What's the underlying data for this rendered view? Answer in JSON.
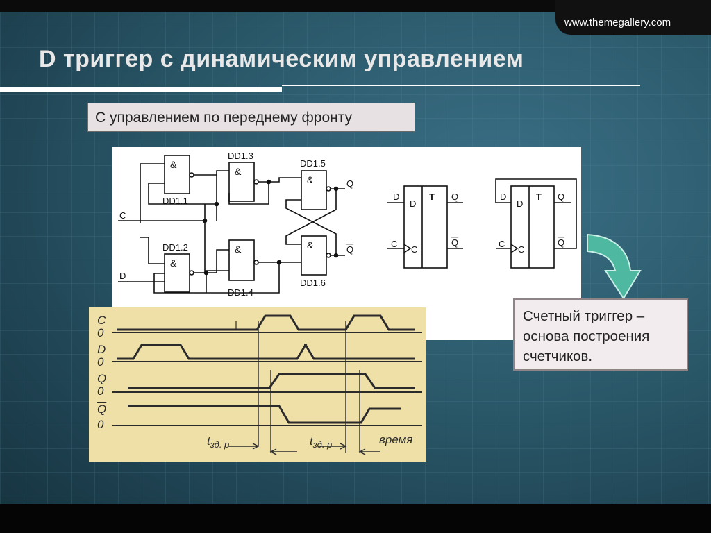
{
  "slide": {
    "url": "www.themegallery.com",
    "title": "D триггер с динамическим  управлением",
    "subtitle": "С управлением по переднему фронту",
    "callout_lines": [
      "Счетный триггер –",
      "основа построения",
      "счетчиков."
    ]
  },
  "circuit": {
    "gate_symbol": "&",
    "gate_labels": [
      "DD1.1",
      "DD1.2",
      "DD1.3",
      "DD1.4",
      "DD1.5",
      "DD1.6"
    ],
    "inputs": [
      "C",
      "D"
    ],
    "outputs": [
      "Q",
      "Q"
    ],
    "t_block_1": {
      "d": "D",
      "d_in": "D",
      "t": "T",
      "q": "Q",
      "c": "C",
      "c_in": "C",
      "qbar": "Q"
    },
    "t_block_2": {
      "d": "D",
      "d_in": "D",
      "t": "T",
      "q": "Q",
      "c": "C",
      "c_in": "C",
      "qbar": "Q"
    }
  },
  "timing": {
    "signals": [
      "C",
      "D",
      "Q",
      "Q"
    ],
    "zero": "0",
    "delay_label": "t",
    "delay_sub": "зд. р",
    "time_label": "время",
    "colors": {
      "paper": "#efe0a8",
      "ink": "#2b2b2b"
    }
  },
  "colors": {
    "arrow": "#4fb8a0",
    "accent_bg": "#2a5869"
  }
}
